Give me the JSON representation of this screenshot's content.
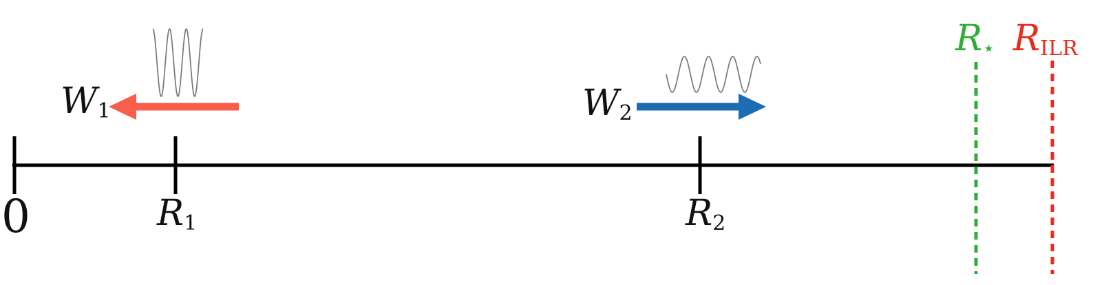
{
  "axis": {
    "color": "#000000",
    "origin_label": "0",
    "ticks": [
      {
        "base": "R",
        "sub": "1"
      },
      {
        "base": "R",
        "sub": "2"
      }
    ]
  },
  "packets": {
    "w1": {
      "base": "W",
      "sub": "1",
      "direction": "left",
      "arrow_color": "#f85e49",
      "wave_color": "#787878",
      "cycles": 3,
      "wavelength": "short"
    },
    "w2": {
      "base": "W",
      "sub": "2",
      "direction": "right",
      "arrow_color": "#1d6bb2",
      "wave_color": "#787878",
      "cycles": 3.9,
      "wavelength": "long"
    }
  },
  "markers": {
    "r_star": {
      "base": "R",
      "sub": "⋆",
      "color": "#2fae35",
      "line_style": "dashed"
    },
    "r_ilr": {
      "base": "R",
      "sub": "ILR",
      "color": "#e92a1f",
      "line_style": "dashed"
    }
  }
}
